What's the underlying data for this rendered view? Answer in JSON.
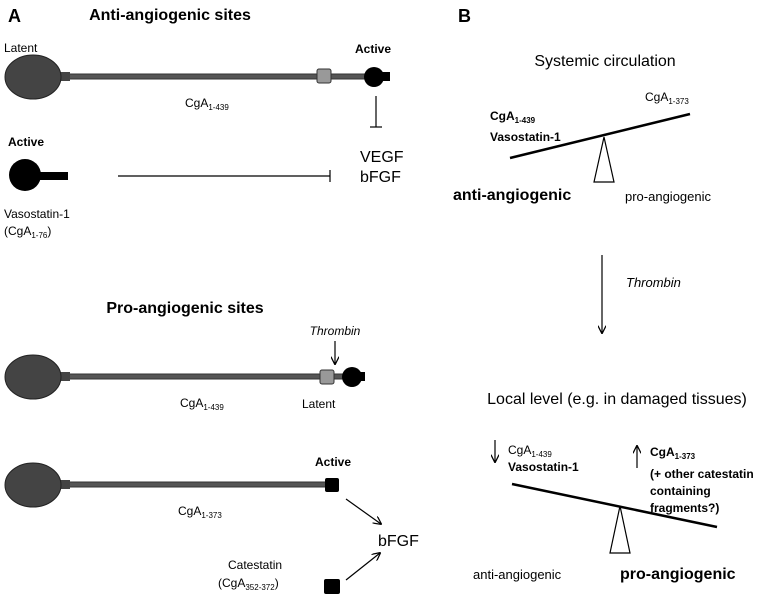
{
  "panel_a": {
    "label": "A",
    "anti": {
      "heading": "Anti-angiogenic sites",
      "latent_label": "Latent",
      "active_label": "Active",
      "full_protein": {
        "name": "CgA",
        "range": "1-439"
      },
      "targets": [
        "VEGF",
        "bFGF"
      ],
      "vasostatin": {
        "active_label": "Active",
        "name": "Vasostatin-1",
        "paren_open": "(CgA",
        "range": "1-76",
        "paren_close": ")"
      }
    },
    "pro": {
      "heading": "Pro-angiogenic sites",
      "thrombin": "Thrombin",
      "full_protein": {
        "name": "CgA",
        "range": "1-439"
      },
      "latent_label": "Latent",
      "fragment": {
        "name": "CgA",
        "range": "1-373"
      },
      "active_label": "Active",
      "target": "bFGF",
      "catestatin": {
        "name": "Catestatin",
        "paren_open": "(CgA",
        "range": "352-372",
        "paren_close": ")"
      }
    }
  },
  "panel_b": {
    "label": "B",
    "systemic": {
      "title": "Systemic circulation",
      "left_top": {
        "name": "CgA",
        "range": "1-439"
      },
      "left_bottom": "Vasostatin-1",
      "right": {
        "name": "CgA",
        "range": "1-373"
      },
      "anti_label": "anti-angiogenic",
      "pro_label": "pro-angiogenic"
    },
    "thrombin": "Thrombin",
    "local": {
      "title": "Local level (e.g. in damaged tissues)",
      "left_top": {
        "name": "CgA",
        "range": "1-439"
      },
      "left_bottom": "Vasostatin-1",
      "right_top": {
        "name": "CgA",
        "range": "1-373"
      },
      "right_line2": "(+ other catestatin",
      "right_line3": "containing",
      "right_line4": "fragments?)",
      "anti_label": "anti-angiogenic",
      "pro_label": "pro-angiogenic"
    }
  }
}
